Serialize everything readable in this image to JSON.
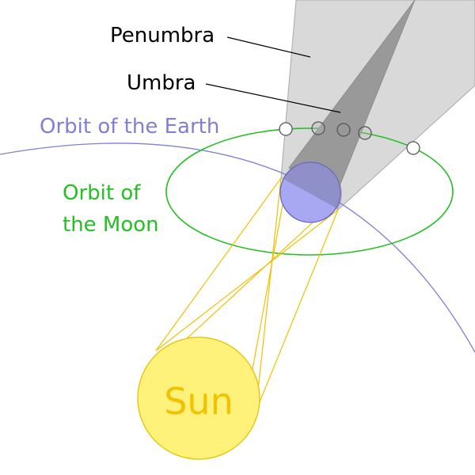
{
  "labels": {
    "penumbra": "Penumbra",
    "umbra": "Umbra",
    "earth_orbit": "Orbit of the Earth",
    "moon_orbit_line1": "Orbit of",
    "moon_orbit_line2": "the Moon",
    "sun": "Sun"
  },
  "colors": {
    "earth_orbit": "#7f7fd5",
    "moon_orbit": "#22c022",
    "sun_fill": "#fff27a",
    "sun_stroke": "#e8c000",
    "sun_text": "#f2c200",
    "sun_rays": "#f0c000",
    "earth_fill": "#a8a8f2",
    "earth_stroke": "#6464c0",
    "penumbra": "#d9d9d9",
    "umbra": "#999999"
  }
}
